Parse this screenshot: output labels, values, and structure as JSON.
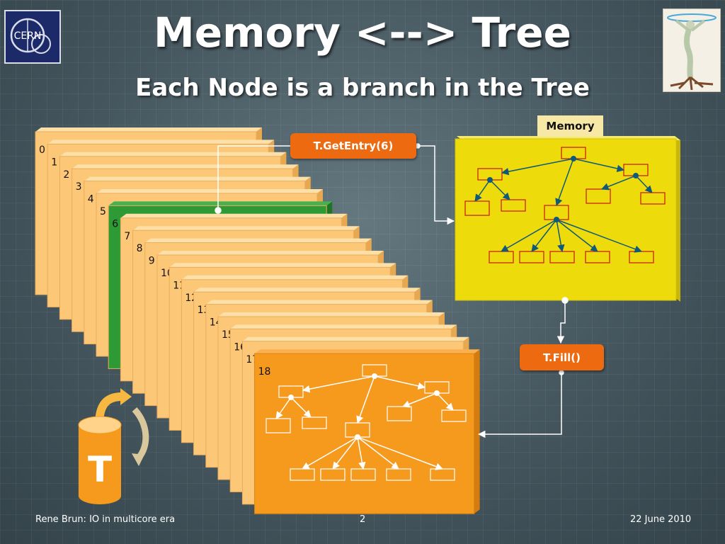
{
  "slide": {
    "title": "Memory <--> Tree",
    "subtitle": "Each Node is a branch in the Tree"
  },
  "logo": {
    "text": "CERN"
  },
  "diagram": {
    "entries": [
      "0",
      "1",
      "2",
      "3",
      "4",
      "5",
      "6",
      "7",
      "8",
      "9",
      "10",
      "11",
      "12",
      "13",
      "14",
      "15",
      "16",
      "17",
      "18"
    ],
    "highlighted_entry": "6",
    "get_entry_label": "T.GetEntry(6)",
    "fill_label": "T.Fill()",
    "memory_label": "Memory",
    "tree_label": "T"
  },
  "colors": {
    "background": "#4a5c64",
    "page": "#fcc878",
    "page_highlight": "#2e9a35",
    "page_front": "#f69a1e",
    "memory_box": "#eedb0c",
    "bubble": "#ee6a10",
    "node_border": "#c8161c",
    "arrow_memory": "#0e5a78"
  },
  "footer": {
    "left": "Rene Brun: IO in multicore era",
    "center": "2",
    "right": "22 June 2010"
  }
}
